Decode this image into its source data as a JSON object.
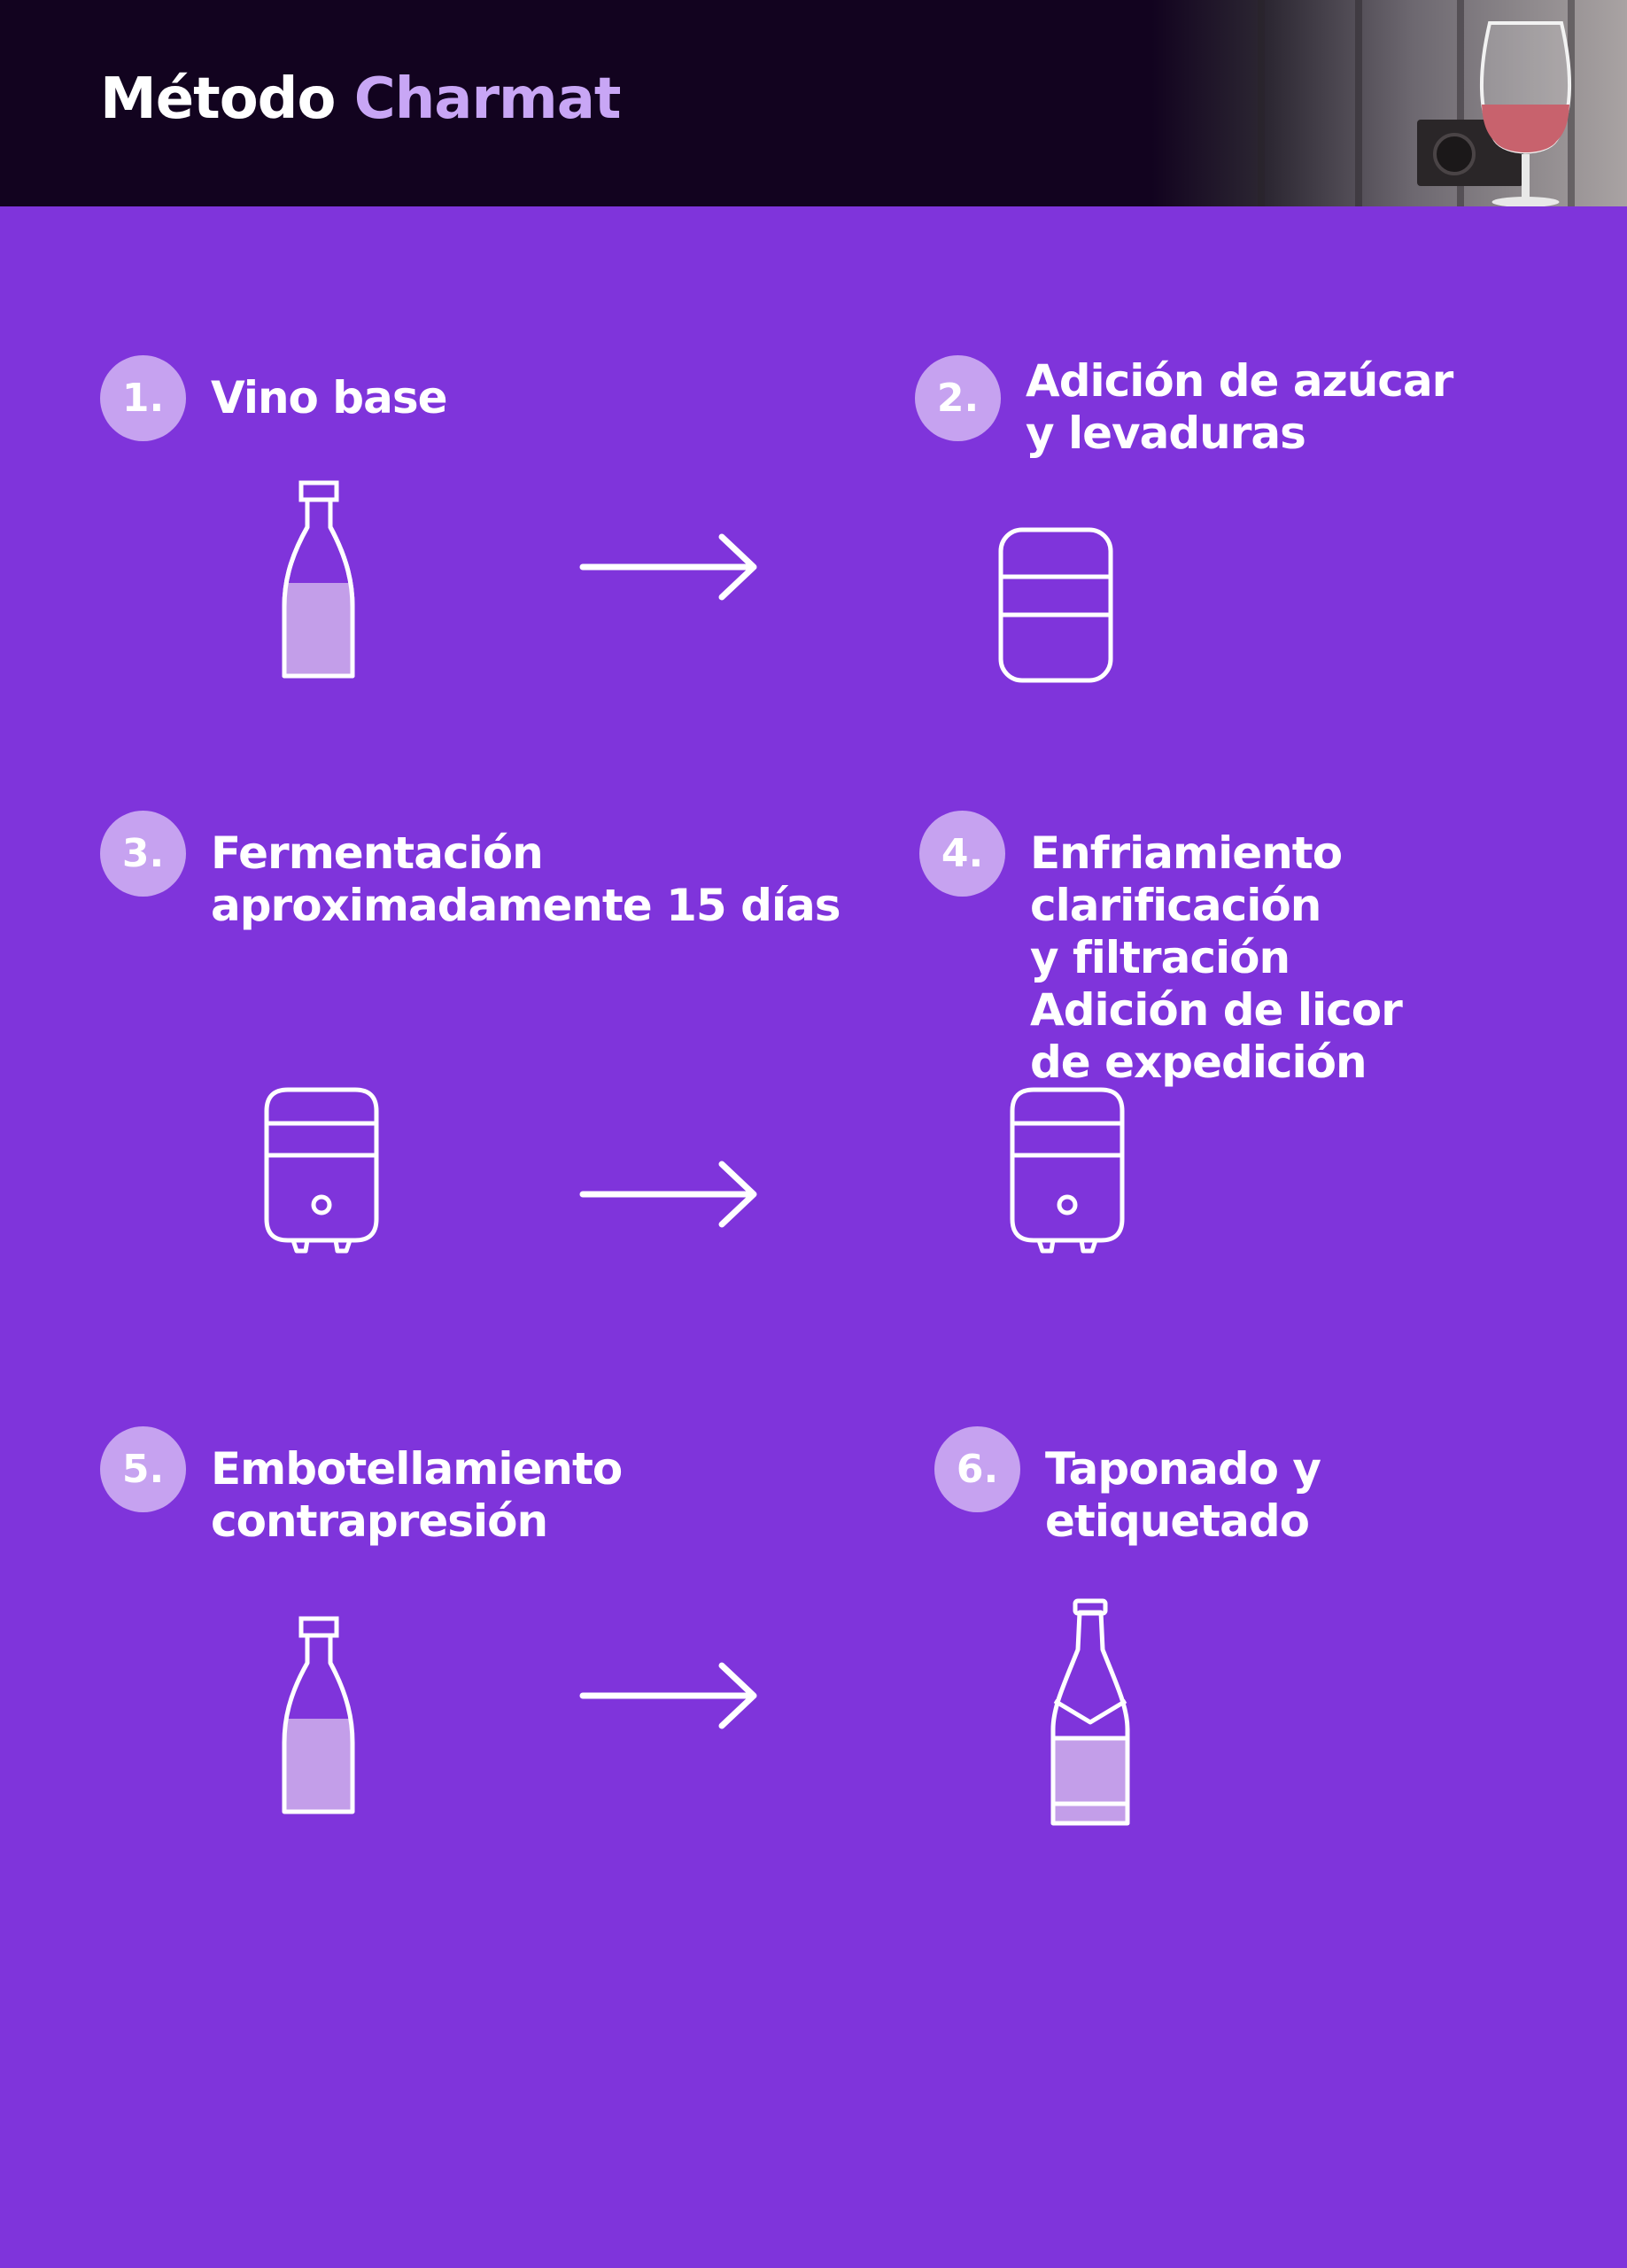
{
  "header": {
    "title_main": "Método",
    "title_accent": "Charmat"
  },
  "steps": [
    {
      "number": "1.",
      "label": "Vino base",
      "icon": "wine-bottle-icon"
    },
    {
      "number": "2.",
      "label": "Adición de azúcar\ny levaduras",
      "icon": "tank-icon"
    },
    {
      "number": "3.",
      "label": "Fermentación\naproximadamente 15 días",
      "icon": "fermentation-tank-icon"
    },
    {
      "number": "4.",
      "label": "Enfriamiento clarificación\ny filtración\nAdición de licor\nde expedición",
      "icon": "fermentation-tank-icon"
    },
    {
      "number": "5.",
      "label": "Embotellamiento\ncontrapresión",
      "icon": "wine-bottle-icon"
    },
    {
      "number": "6.",
      "label": "Taponado y\netiquetado",
      "icon": "sparkling-bottle-icon"
    }
  ],
  "colors": {
    "background": "#7f34db",
    "header": "#12031f",
    "badge": "#c6a2f0",
    "accent_text": "#c8a6f5",
    "liquid": "#c39ee9"
  }
}
